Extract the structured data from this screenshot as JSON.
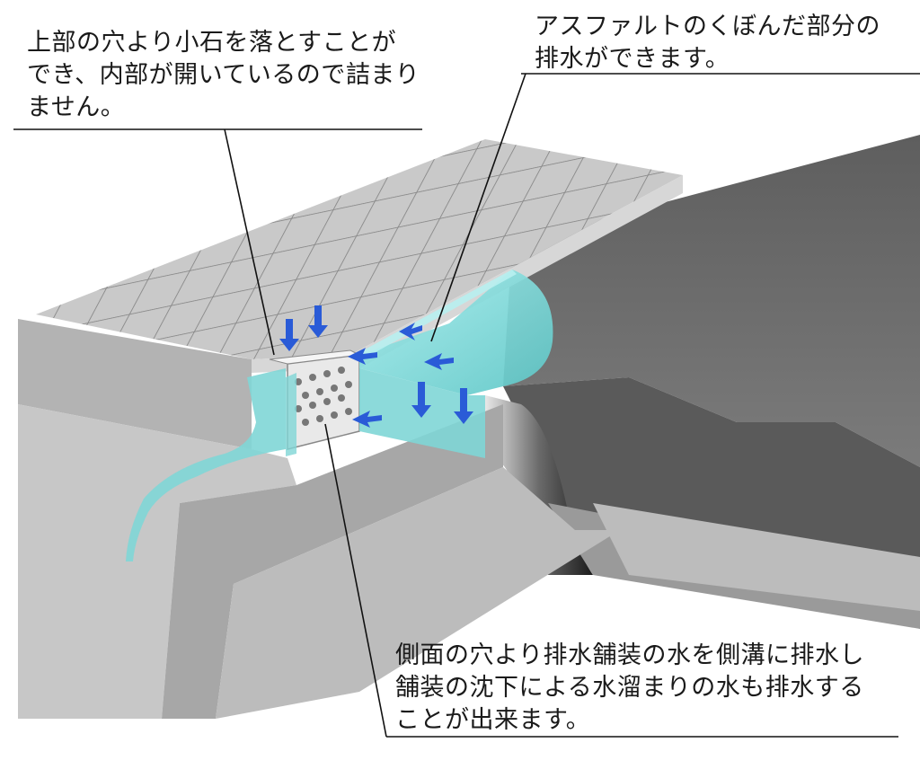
{
  "callouts": {
    "top_left": {
      "lines": [
        "上部の穴より小石を落とすことが",
        "でき、内部が開いているので詰まり",
        "ません。"
      ]
    },
    "top_right": {
      "lines": [
        "アスファルトのくぼんだ部分の",
        "排水ができます。"
      ]
    },
    "bottom": {
      "lines": [
        "側面の穴より排水舗装の水を側溝に排水し",
        "舗装の沈下による水溜まりの水も排水する",
        "ことが出来ます。"
      ]
    }
  },
  "colors": {
    "concrete": "#bdbdbd",
    "concrete_dark": "#8a8a8a",
    "asphalt": "#6f6f6f",
    "water": "#7fd6d6",
    "arrow": "#2a5bd7",
    "line": "#111111"
  }
}
